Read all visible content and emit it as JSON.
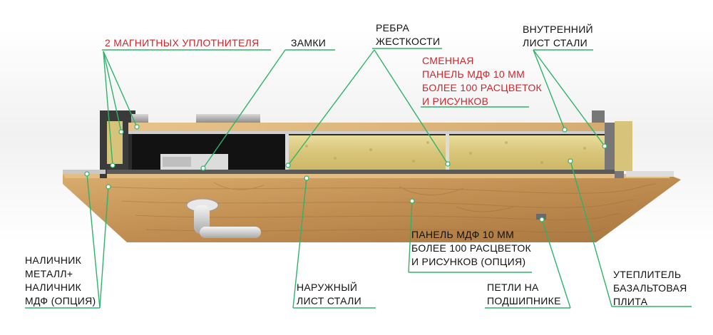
{
  "colors": {
    "leader": "#2db36a",
    "red_text": "#d2232a",
    "wood": "#c99a5c",
    "insulation": "#e0cf86",
    "steel": "#9a9a9a",
    "lock_dark": "#151515"
  },
  "labels": {
    "seals": "2 МАГНИТНЫХ УПЛОТНИТЕЛЯ",
    "locks": "ЗАМКИ",
    "ribs": [
      "РЕБРА",
      "ЖЕСТКОСТИ"
    ],
    "inner_sheet": [
      "ВНУТРЕННИЙ",
      "ЛИСТ СТАЛИ"
    ],
    "replaceable_panel": [
      "СМЕННАЯ",
      "ПАНЕЛЬ МДФ 10 мм",
      "БОЛЕЕ 100 РАСЦВЕТОК",
      "И РИСУНКОВ"
    ],
    "outer_panel": [
      "ПАНЕЛЬ МДФ 10 мм",
      "БОЛЕЕ 100 РАСЦВЕТОК",
      "И РИСУНКОВ (ОПЦИЯ)"
    ],
    "trim": [
      "НАЛИЧНИК",
      "МЕТАЛЛ+",
      "НАЛИЧНИК",
      "МДФ (ОПЦИЯ)"
    ],
    "outer_sheet": [
      "НАРУЖНЫЙ",
      "ЛИСТ СТАЛИ"
    ],
    "hinges": [
      "ПЕТЛИ НА",
      "ПОДШИПНИКЕ"
    ],
    "insulation": [
      "УТЕПЛИТЕЛЬ",
      "БАЗАЛЬТОВАЯ",
      "ПЛИТА"
    ]
  }
}
